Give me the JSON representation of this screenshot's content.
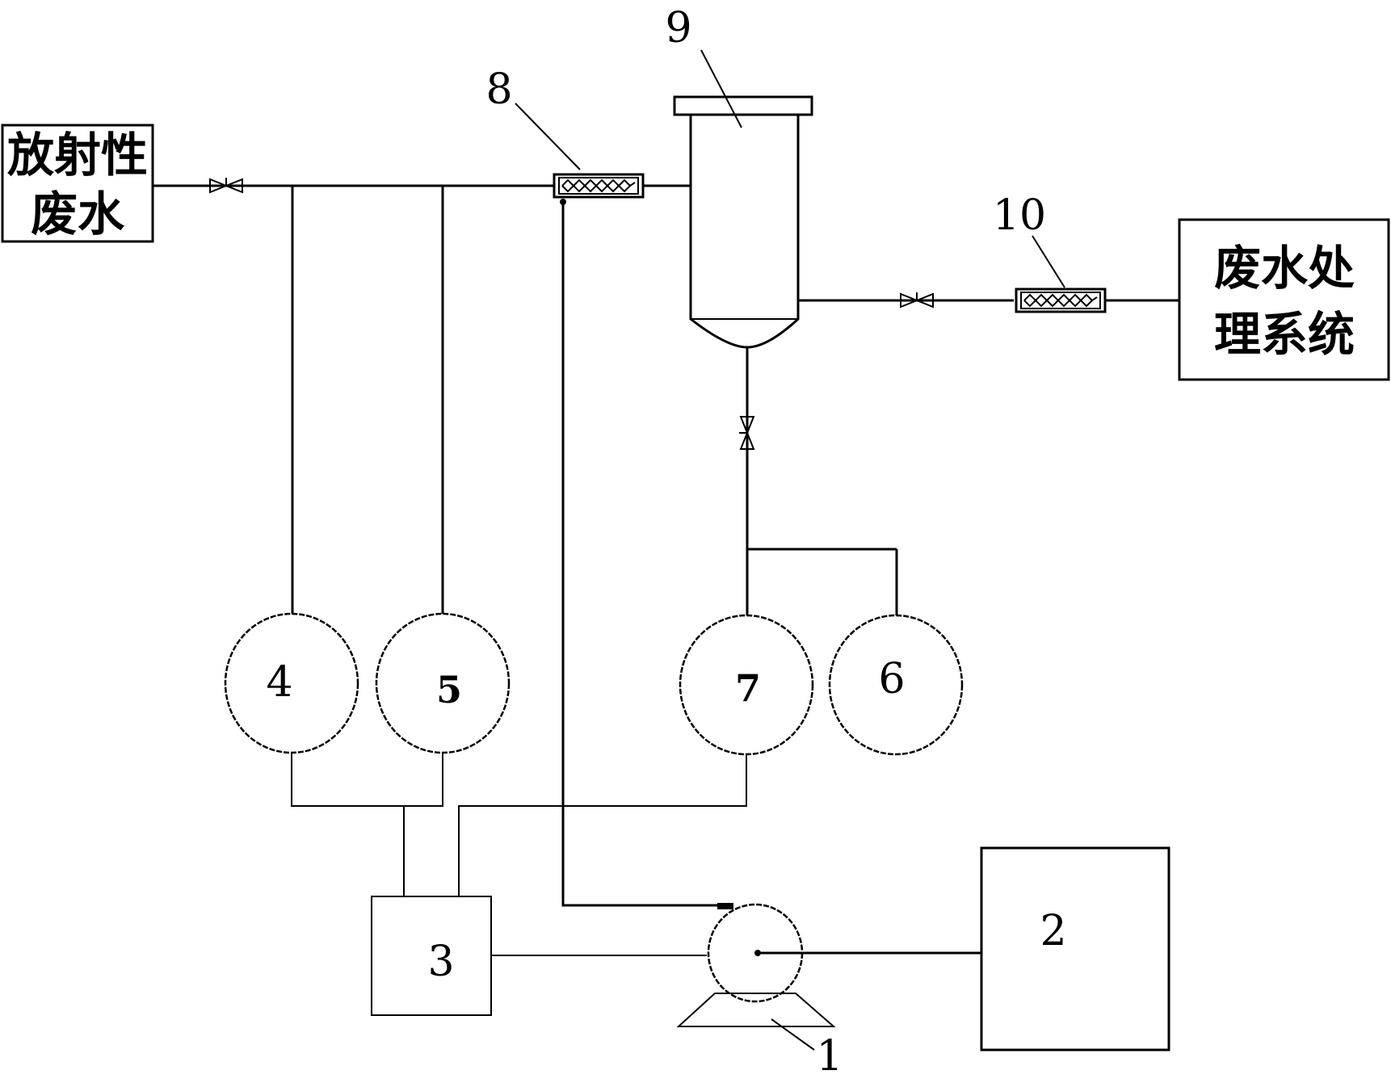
{
  "sources": {
    "radioactive_wastewater_line1": "放射性",
    "radioactive_wastewater_line2": "废水",
    "treatment_system_line1": "废水处",
    "treatment_system_line2": "理系统"
  },
  "components": {
    "pump": "1",
    "box_2": "2",
    "box_3": "3",
    "tank_4": "4",
    "tank_5": "5",
    "tank_6": "6",
    "tank_7": "7",
    "flowmeter_8": "8",
    "reactor_9": "9",
    "flowmeter_10": "10"
  }
}
